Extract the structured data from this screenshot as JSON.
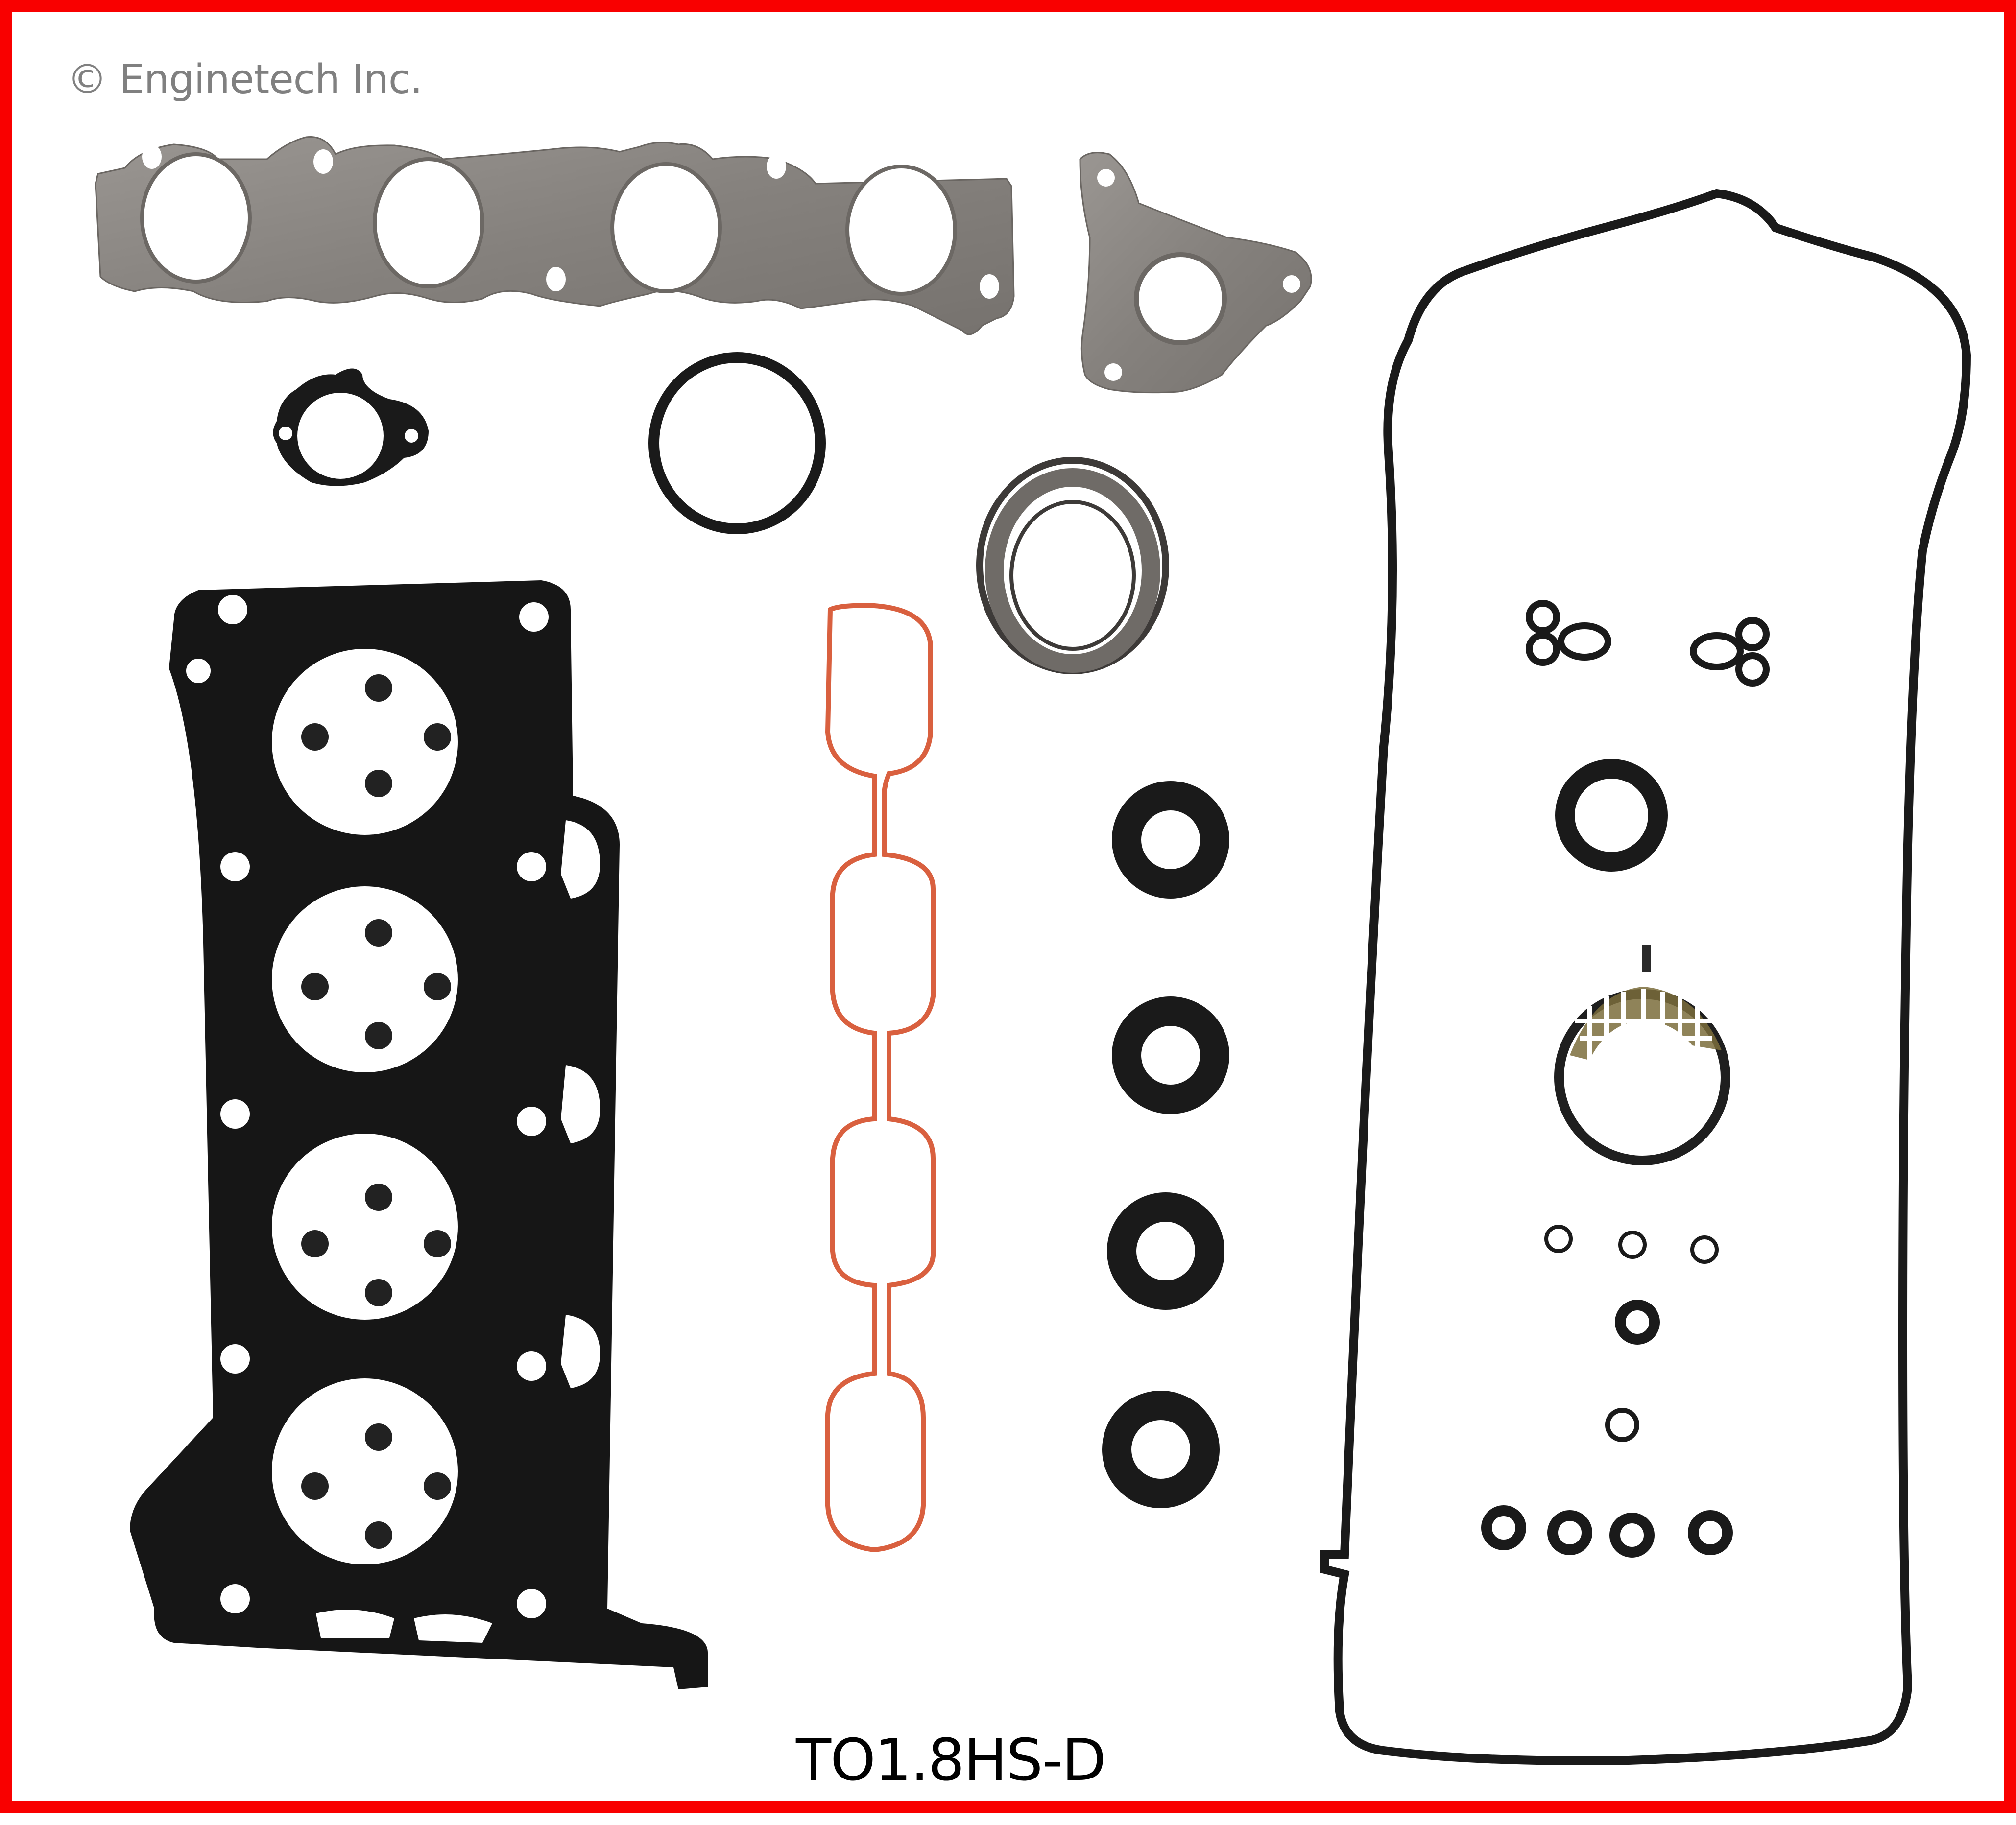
{
  "image": {
    "copyright": "© Enginetech Inc.",
    "part_number": "TO1.8HS-D",
    "border_color": "#f90000",
    "background_color": "#ffffff"
  },
  "kit_components": [
    {
      "name": "exhaust-manifold-gasket",
      "color": "#8a8682",
      "count": 1
    },
    {
      "name": "egr-flange-gasket",
      "color": "#8a8682",
      "count": 1
    },
    {
      "name": "thermostat-gasket",
      "color": "#1a1a1a",
      "count": 1
    },
    {
      "name": "large-o-ring",
      "color": "#1a1a1a",
      "count": 1
    },
    {
      "name": "exhaust-pipe-seal-ring",
      "color": "#5f5c5a",
      "count": 1
    },
    {
      "name": "cylinder-head-gasket",
      "color": "#151515",
      "count": 1
    },
    {
      "name": "intake-manifold-gasket",
      "color": "#d9603f",
      "count": 1
    },
    {
      "name": "spark-plug-tube-seals",
      "color": "#1a1a1a",
      "count": 4
    },
    {
      "name": "valve-cover-gasket",
      "color": "#1a1a1a",
      "count": 1
    },
    {
      "name": "clover-gaskets",
      "color": "#1a1a1a",
      "count": 2
    },
    {
      "name": "camshaft-seal",
      "color": "#1a1a1a",
      "count": 1
    },
    {
      "name": "mesh-screen-gasket",
      "color": "#1a1a1a",
      "count": 1
    },
    {
      "name": "small-o-rings",
      "color": "#1a1a1a",
      "count": 9
    }
  ]
}
